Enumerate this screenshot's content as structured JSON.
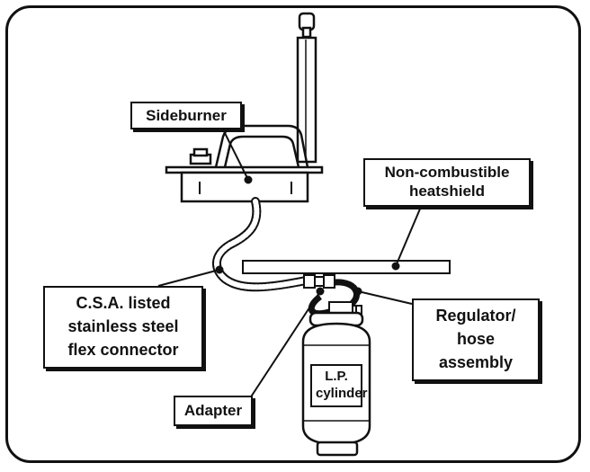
{
  "labels": {
    "sideburner": "Sideburner",
    "heatshield": "Non-combustible\nheatshield",
    "flex_connector": "C.S.A. listed\nstainless steel\nflex connector",
    "regulator": "Regulator/\nhose\nassembly",
    "adapter": "Adapter",
    "cylinder": "L.P.\ncylinder"
  }
}
